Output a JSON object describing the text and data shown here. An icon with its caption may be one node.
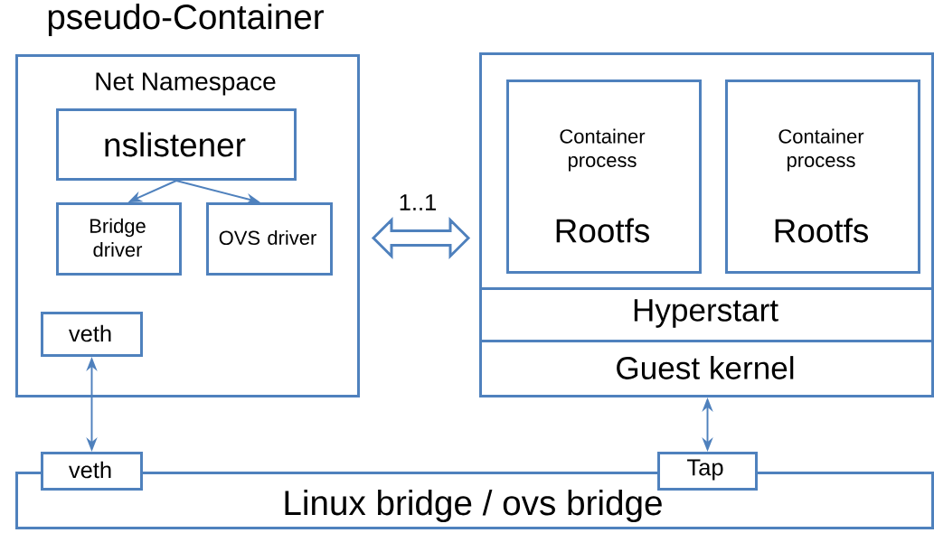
{
  "diagram": {
    "nodes": [
      {
        "text": [
          "pseudo-Container",
          "Net Namespace"
        ]
      },
      {
        "text": [
          "nslistener"
        ],
        "in": 0
      },
      {
        "text": [
          "Bridge driver"
        ],
        "in": 0
      },
      {
        "text": [
          "OVS driver"
        ],
        "in": 0
      },
      {
        "text": [
          "veth"
        ],
        "in": 0
      },
      {
        "text": [],
        "shape": "box"
      },
      {
        "text": [
          "Container process",
          "Rootfs"
        ],
        "in": 5
      },
      {
        "text": [
          "Container process",
          "Rootfs"
        ],
        "in": 5
      },
      {
        "text": [
          "Hyperstart"
        ],
        "in": 5
      },
      {
        "text": [
          "Guest kernel"
        ],
        "in": 5
      },
      {
        "text": [
          "Linux bridge / ovs bridge"
        ]
      },
      {
        "text": [
          "veth"
        ]
      },
      {
        "text": [
          "Tap"
        ]
      }
    ],
    "edges": [
      {
        "from": 1,
        "to": 2,
        "arrow": "to"
      },
      {
        "from": 1,
        "to": 3,
        "arrow": "to"
      },
      {
        "from": 0,
        "to": 5,
        "arrow": "both",
        "label": "1..1",
        "style": "thick"
      },
      {
        "from": 4,
        "to": 11,
        "arrow": "both"
      },
      {
        "from": 9,
        "to": 12,
        "arrow": "both"
      }
    ]
  }
}
